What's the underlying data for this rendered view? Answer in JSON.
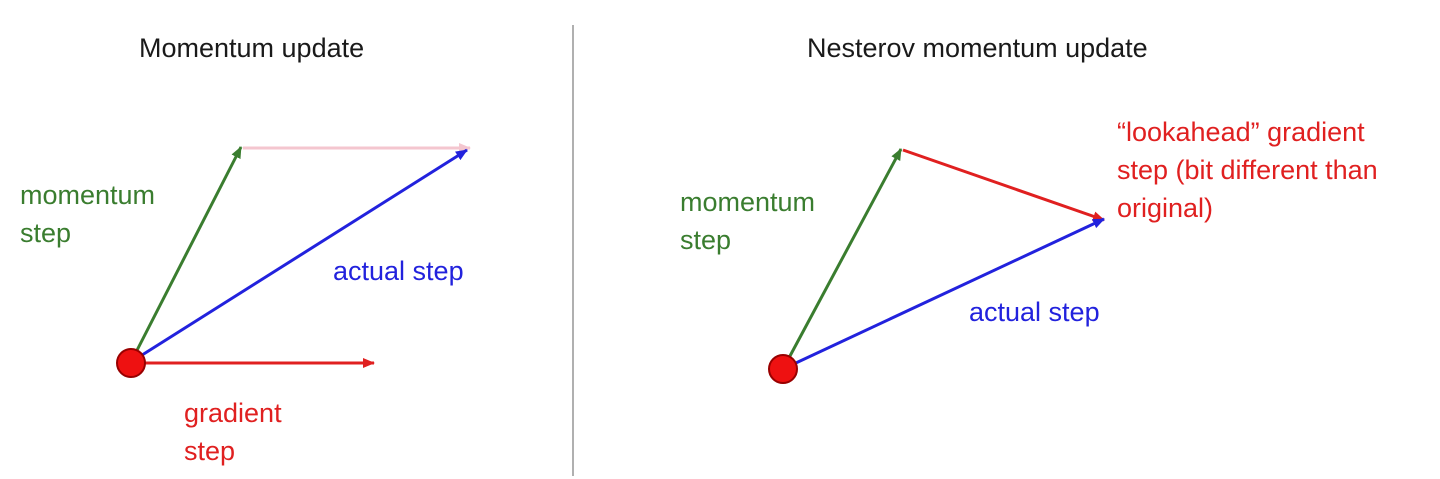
{
  "left_panel": {
    "title": "Momentum update",
    "momentum_label": [
      "momentum",
      "step"
    ],
    "actual_label": "actual step",
    "gradient_label": [
      "gradient",
      "step"
    ]
  },
  "right_panel": {
    "title": "Nesterov momentum update",
    "momentum_label": [
      "momentum",
      "step"
    ],
    "actual_label": "actual step",
    "lookahead_label": [
      "“lookahead” gradient",
      "step (bit different than",
      "original)"
    ]
  },
  "colors": {
    "momentum": "#3a7d2f",
    "actual": "#2222dd",
    "gradient": "#e02020",
    "ghost": "#f4c6cf",
    "divider": "#b0b0b0"
  }
}
